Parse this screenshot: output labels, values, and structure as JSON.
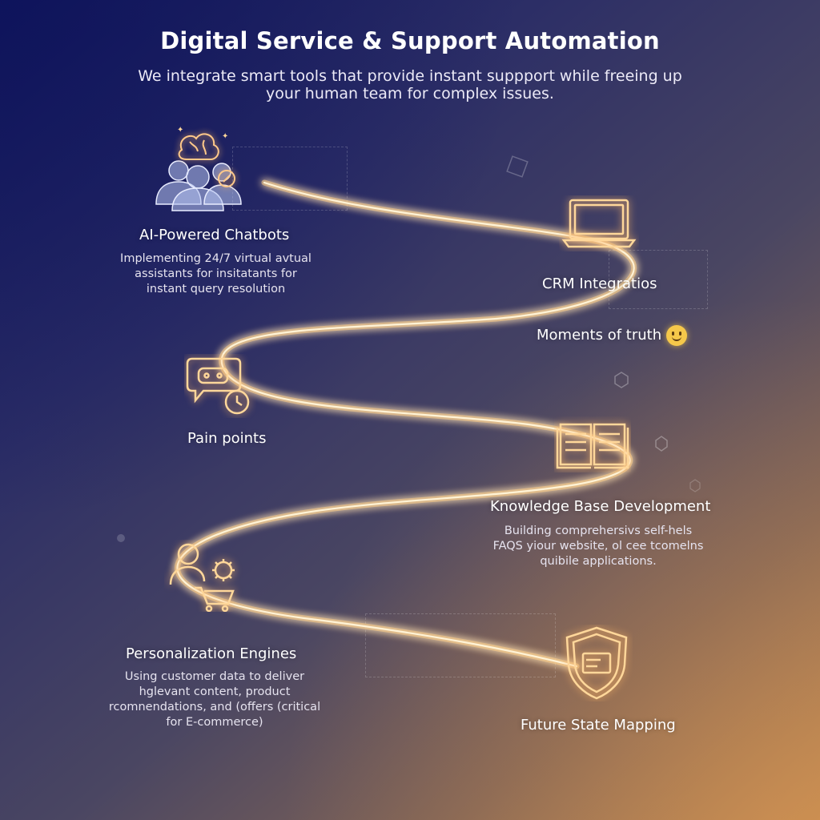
{
  "header": {
    "title": "Digital Service & Support Automation",
    "subtitle": "We integrate smart tools that provide instant suppport while freeing up your human team for complex issues."
  },
  "nodes": {
    "chatbots": {
      "label": "AI-Powered Chatbots",
      "desc": "Implementing 24/7 virtual avtual assistants for insitatants for instant query resolution",
      "icon": "brain-team-icon"
    },
    "crm": {
      "label": "CRM Integratios",
      "icon": "laptop-icon"
    },
    "moments": {
      "label": "Moments of truth",
      "icon": "smiley-icon"
    },
    "pain": {
      "label": "Pain points",
      "icon": "chat-bot-clock-icon"
    },
    "knowledge": {
      "label": "Knowledge Base Development",
      "desc": "Building comprehersivs self-hels FAQS yiour website, ol cee tcomelns quibile applications.",
      "icon": "open-book-icon"
    },
    "personalization": {
      "label": "Personalization Engines",
      "desc": "Using customer data to deliver hglevant content, product rcomnendations, and (offers (critical for E-commerce)",
      "icon": "user-gear-cart-icon"
    },
    "future": {
      "label": "Future State Mapping",
      "icon": "shield-icon"
    }
  },
  "colors": {
    "glow": "#ffd79a",
    "path_core": "#fff3d6",
    "background_top": "#141a5e",
    "background_bottom": "#c08a52"
  }
}
